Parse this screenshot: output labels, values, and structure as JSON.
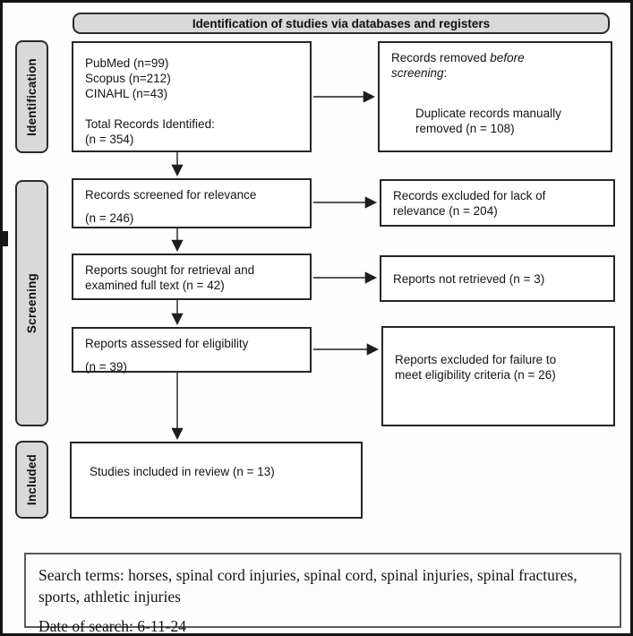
{
  "diagram": {
    "title": "Identification of studies via databases and registers",
    "stages": [
      {
        "label": "Identification"
      },
      {
        "label": "Screening"
      },
      {
        "label": "Included"
      }
    ],
    "boxes": {
      "databases": {
        "lines": [
          "PubMed (n=99)",
          "Scopus (n=212)",
          "CINAHL (n=43)"
        ],
        "total_label": "Total Records Identified:",
        "total_value": "(n = 354)"
      },
      "removed_before_screening": {
        "prefix": "Records removed ",
        "italic_word1": "before",
        "italic_word2": "screening",
        "suffix": ":",
        "detail_line1": "Duplicate records manually",
        "detail_line2": "removed (n = 108)"
      },
      "records_screened": {
        "line1": "Records screened for relevance",
        "line2": "(n = 246)"
      },
      "excluded_relevance": {
        "line1": "Records excluded for lack of",
        "line2": "relevance (n = 204)"
      },
      "reports_sought": {
        "line1": "Reports sought for retrieval and",
        "line2": "examined full text (n = 42)"
      },
      "not_retrieved": {
        "text": "Reports not retrieved (n = 3)"
      },
      "reports_assessed": {
        "line1": "Reports assessed for eligibility",
        "line2": "(n = 39)"
      },
      "excluded_eligibility": {
        "line1": "Reports excluded for failure to",
        "line2": "meet eligibility criteria (n = 26)"
      },
      "included_studies": {
        "text": "Studies included in review (n = 13)"
      }
    },
    "note": {
      "search_terms": "Search terms: horses, spinal cord injuries, spinal cord, spinal injuries, spinal fractures, sports, athletic injuries",
      "date_of_search": "Date of search: 6-11-24"
    },
    "colors": {
      "stage_fill": "#d9d9d9",
      "header_fill": "#d9d9d9",
      "box_border": "#262626",
      "arrow": "#1d1d1d",
      "page_border": "#141414"
    }
  }
}
